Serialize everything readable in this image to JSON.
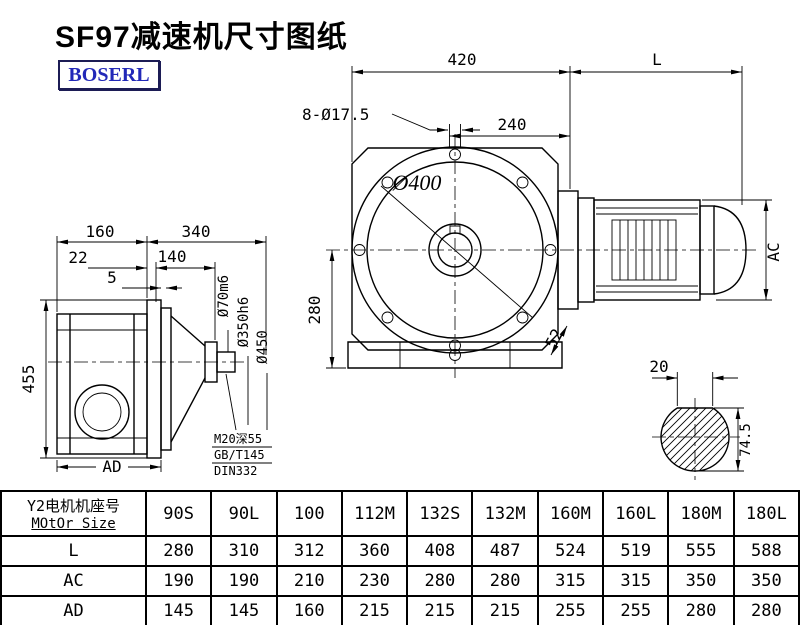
{
  "title": "SF97减速机尺寸图纸",
  "logo": "BOSERL",
  "drawing": {
    "front_view": {
      "d420": "420",
      "dL": "L",
      "holes": "8-Ø17.5",
      "d240": "240",
      "dia400": "Ø400",
      "d280": "280",
      "d52": "52",
      "ac": "AC"
    },
    "side_view": {
      "d160": "160",
      "d340": "340",
      "d22": "22",
      "d140": "140",
      "d5": "5",
      "d455": "455",
      "ad": "AD",
      "dia70": "Ø70m6",
      "dia350": "Ø350h6",
      "dia450": "Ø450",
      "note1": "M20深55",
      "note2": "GB/T145",
      "note3": "DIN332"
    },
    "shaft_section": {
      "d20": "20",
      "d745": "74.5"
    }
  },
  "table": {
    "header_line1": "Y2电机机座号",
    "header_line2": "MOtOr Size",
    "columns": [
      "90S",
      "90L",
      "100",
      "112M",
      "132S",
      "132M",
      "160M",
      "160L",
      "180M",
      "180L"
    ],
    "rows": [
      {
        "label": "L",
        "values": [
          "280",
          "310",
          "312",
          "360",
          "408",
          "487",
          "524",
          "519",
          "555",
          "588"
        ]
      },
      {
        "label": "AC",
        "values": [
          "190",
          "190",
          "210",
          "230",
          "280",
          "280",
          "315",
          "315",
          "350",
          "350"
        ]
      },
      {
        "label": "AD",
        "values": [
          "145",
          "145",
          "160",
          "215",
          "215",
          "215",
          "255",
          "255",
          "280",
          "280"
        ]
      }
    ]
  }
}
